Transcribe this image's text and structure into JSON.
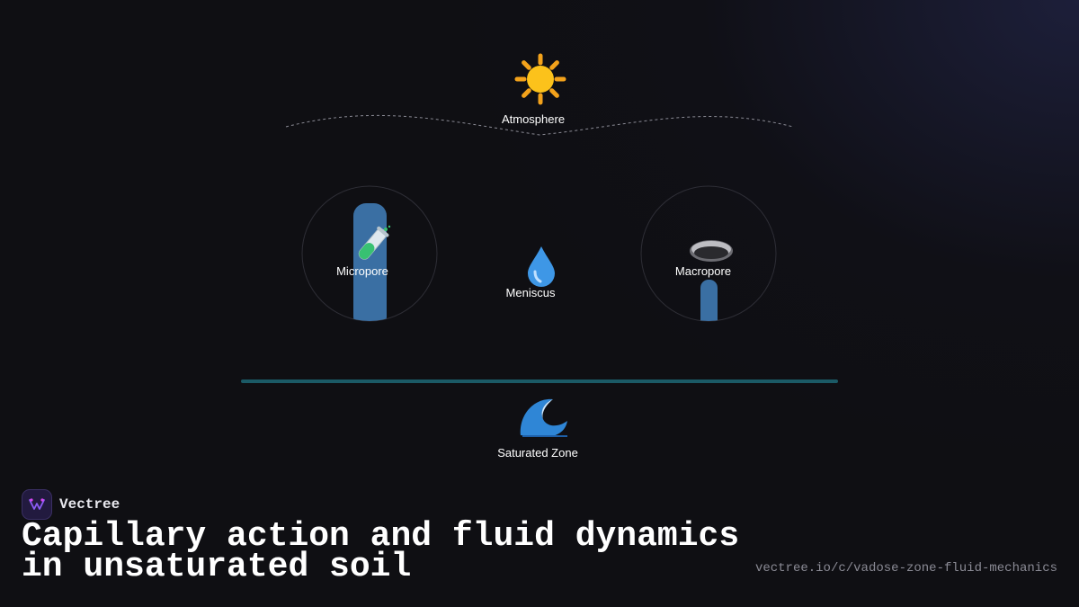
{
  "diagram": {
    "nodes": {
      "atmosphere": {
        "label": "Atmosphere",
        "icon": "sun-icon",
        "glyph": "☀"
      },
      "micropore": {
        "label": "Micropore",
        "icon": "test-tube-icon",
        "glyph": "⚗"
      },
      "meniscus": {
        "label": "Meniscus",
        "icon": "droplet-icon",
        "glyph": "💧"
      },
      "macropore": {
        "label": "Macropore",
        "icon": "dish-icon"
      },
      "saturated_zone": {
        "label": "Saturated Zone",
        "icon": "wave-icon",
        "glyph": "🌊"
      }
    },
    "colors": {
      "water_column": "#3a6fa3",
      "water_table": "#1b5a66",
      "circle_stroke": "#2e2e36",
      "dashed_line": "#8a8a94"
    }
  },
  "brand": {
    "name": "Vectree",
    "icon": "vectree-logo-icon"
  },
  "title": "Capillary action and fluid dynamics in unsaturated soil",
  "url": "vectree.io/c/vadose-zone-fluid-mechanics"
}
